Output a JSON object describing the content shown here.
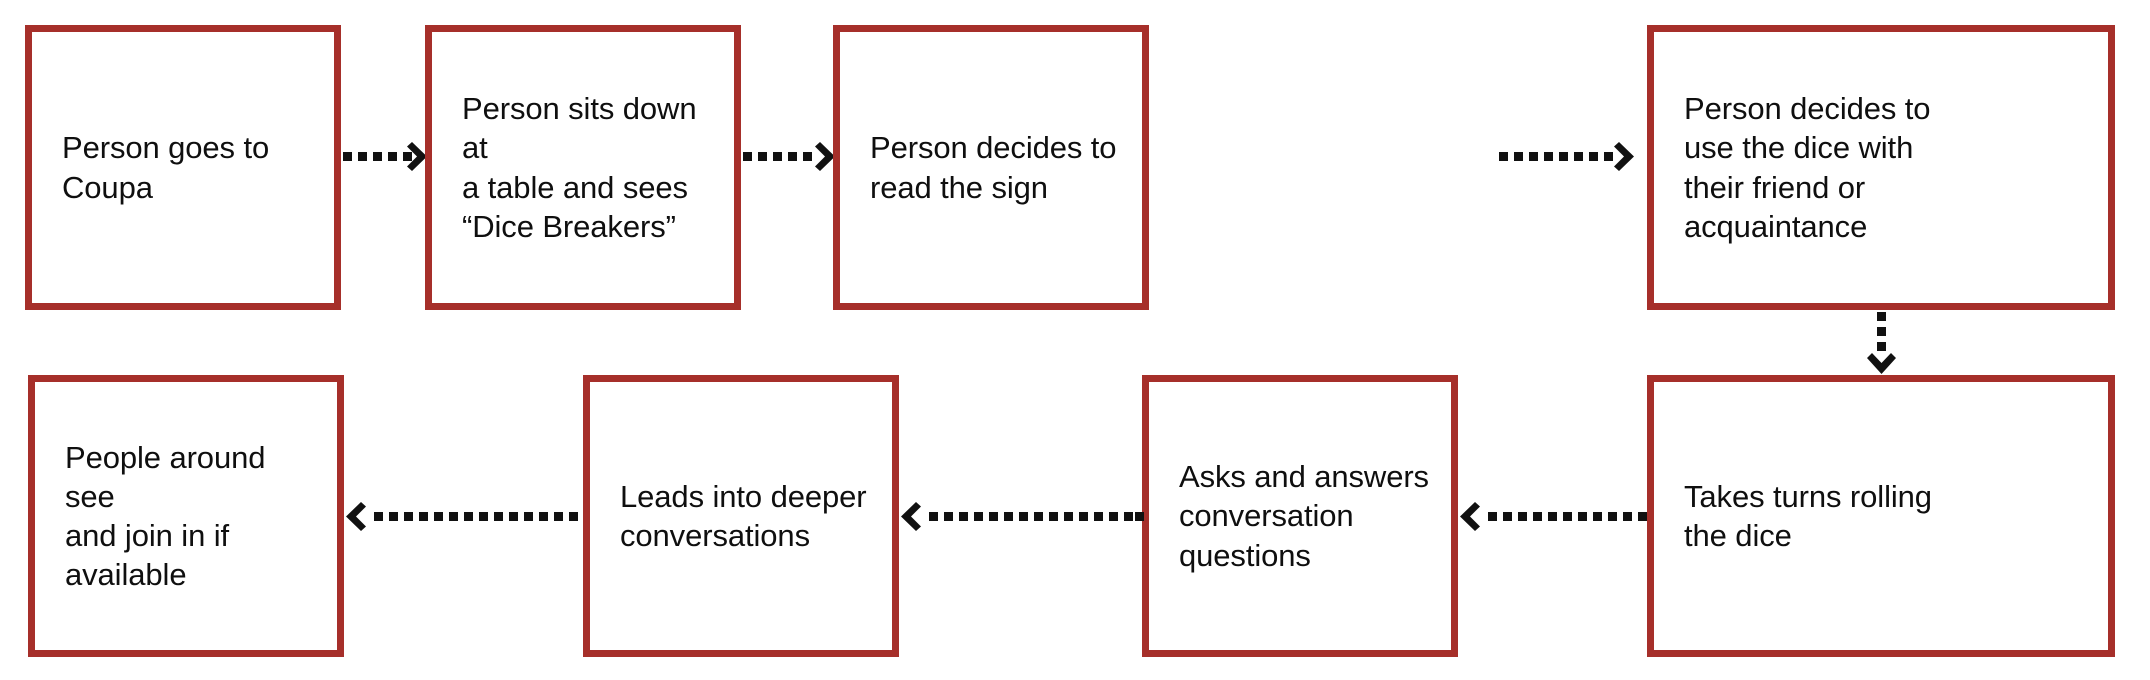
{
  "diagram": {
    "title": "Dice Breakers user journey flow",
    "accent_color": "#a62f2a",
    "text_color": "#0f0f0f",
    "background_color": "#ffffff",
    "nodes": [
      {
        "id": "n1",
        "label": "Person goes to\nCoupa",
        "row": "top",
        "order": 1
      },
      {
        "id": "n2",
        "label": "Person sits down at\na table and sees\n“Dice Breakers”",
        "row": "top",
        "order": 2
      },
      {
        "id": "n3",
        "label": "Person decides to\nread the sign",
        "row": "top",
        "order": 3
      },
      {
        "id": "n4",
        "label": "Person decides to\nuse the dice with\ntheir friend or\nacquaintance",
        "row": "top",
        "order": 4
      },
      {
        "id": "n5",
        "label": "Takes turns rolling\nthe dice",
        "row": "bottom",
        "order": 5
      },
      {
        "id": "n6",
        "label": "Asks and answers\nconversation\nquestions",
        "row": "bottom",
        "order": 6
      },
      {
        "id": "n7",
        "label": "Leads into deeper\nconversations",
        "row": "bottom",
        "order": 7
      },
      {
        "id": "n8",
        "label": "People around see\nand join in if\navailable",
        "row": "bottom",
        "order": 8
      }
    ],
    "connectors": [
      {
        "id": "c1",
        "from": "n1",
        "to": "n2",
        "direction": "right",
        "style": "dotted",
        "dots": 5
      },
      {
        "id": "c2",
        "from": "n2",
        "to": "n3",
        "direction": "right",
        "style": "dotted",
        "dots": 6
      },
      {
        "id": "c3",
        "from": "n3",
        "to": "n4",
        "direction": "right",
        "style": "dotted",
        "dots": 9
      },
      {
        "id": "c4",
        "from": "n4",
        "to": "n5",
        "direction": "down",
        "style": "dotted",
        "dots": 3
      },
      {
        "id": "c5",
        "from": "n5",
        "to": "n6",
        "direction": "left",
        "style": "dotted",
        "dots": 5
      },
      {
        "id": "c6",
        "from": "n6",
        "to": "n7",
        "direction": "left",
        "style": "dotted",
        "dots": 6
      },
      {
        "id": "c7",
        "from": "n7",
        "to": "n8",
        "direction": "left",
        "style": "dotted",
        "dots": 6
      }
    ]
  }
}
